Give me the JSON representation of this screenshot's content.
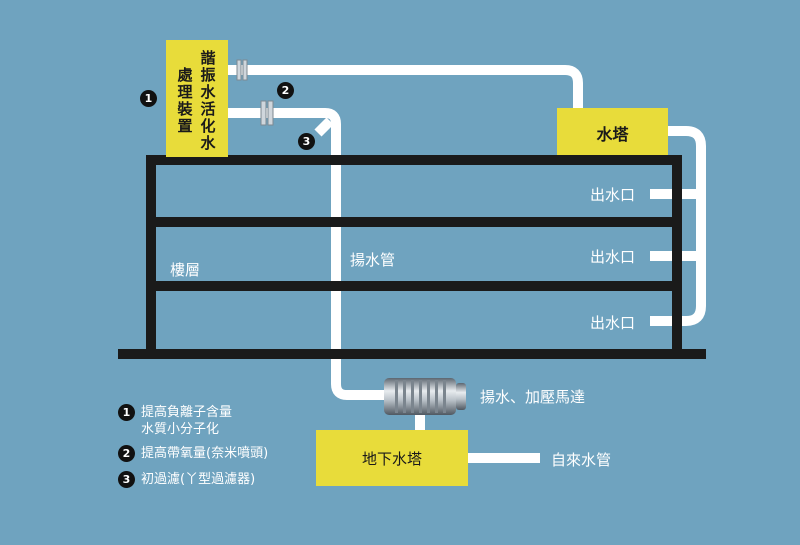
{
  "treatment_device": {
    "col_right": "諧振水活化水",
    "col_left": "處理裝置"
  },
  "water_tower": "水塔",
  "underground_tower": "地下水塔",
  "outlets": [
    "出水口",
    "出水口",
    "出水口"
  ],
  "floor_label": "樓層",
  "pipe_label": "揚水管",
  "pump_label": "揚水、加壓馬達",
  "tap_label": "自來水管",
  "markers": [
    "1",
    "2",
    "3"
  ],
  "legend": [
    {
      "num": "1",
      "lines": [
        "提高負離子含量",
        "水質小分子化"
      ]
    },
    {
      "num": "2",
      "lines": [
        "提高帶氧量(奈米噴頭)"
      ]
    },
    {
      "num": "3",
      "lines": [
        "初過濾(丫型過濾器)"
      ]
    }
  ]
}
